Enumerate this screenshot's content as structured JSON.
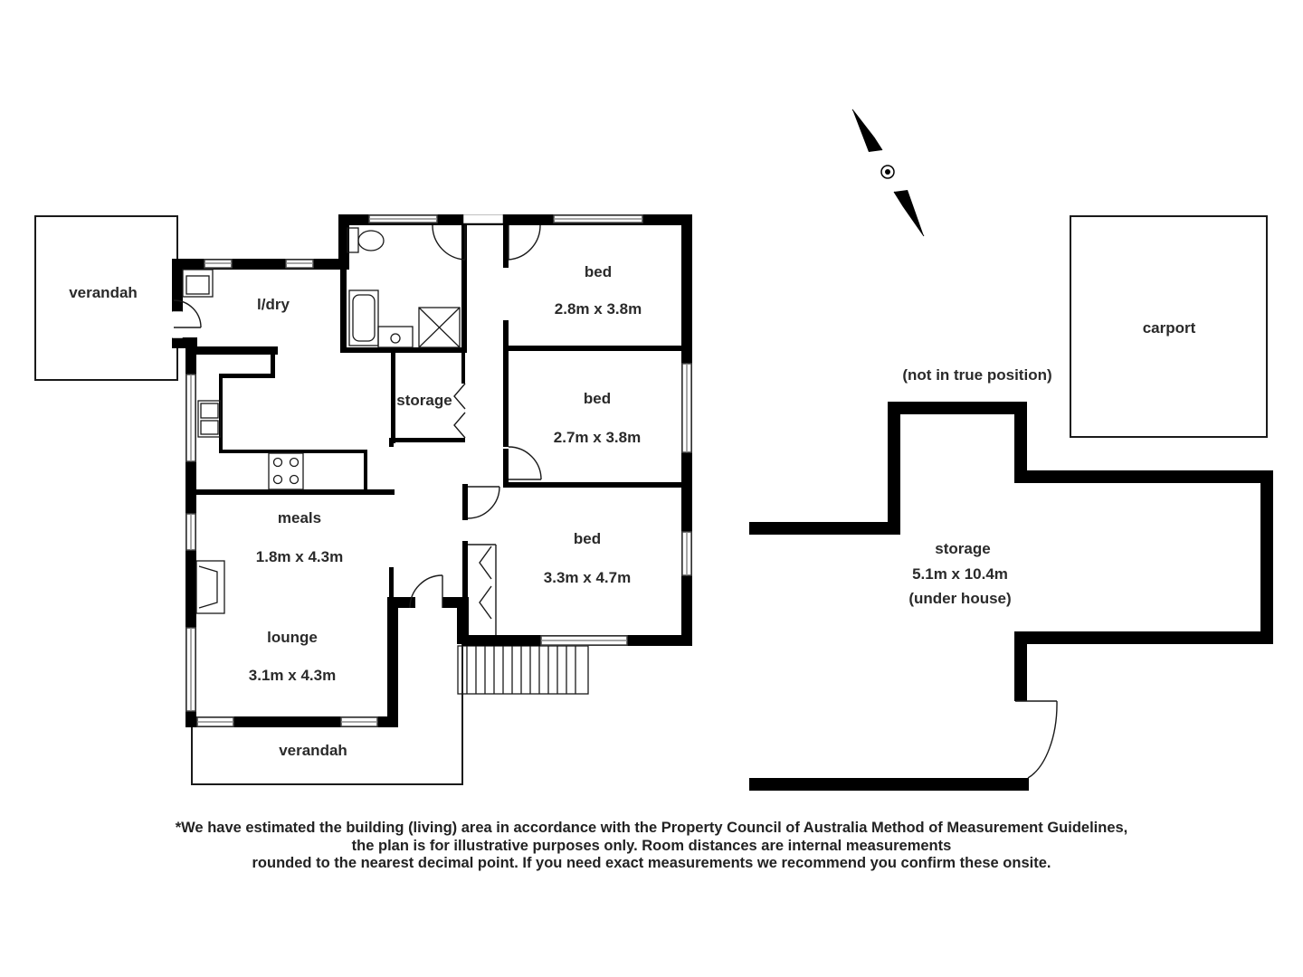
{
  "plan": {
    "rooms": {
      "verandah_left": {
        "name": "verandah"
      },
      "laundry": {
        "name": "l/dry"
      },
      "storage_hall": {
        "name": "storage"
      },
      "bed1": {
        "name": "bed",
        "size": "2.8m x 3.8m"
      },
      "bed2": {
        "name": "bed",
        "size": "2.7m x 3.8m"
      },
      "bed3": {
        "name": "bed",
        "size": "3.3m x 4.7m"
      },
      "meals": {
        "name": "meals",
        "size": "1.8m x 4.3m"
      },
      "lounge": {
        "name": "lounge",
        "size": "3.1m x 4.3m"
      },
      "verandah_front": {
        "name": "verandah"
      },
      "carport": {
        "name": "carport"
      },
      "storage_under": {
        "name": "storage",
        "size": "5.1m x 10.4m",
        "note": "(under house)"
      }
    },
    "position_note": "(not in true position)",
    "compass_icon": "north-arrow-icon"
  },
  "disclaimer": {
    "line1": "*We have estimated the building (living) area in accordance with the Property Council of Australia Method of Measurement Guidelines,",
    "line2": "the plan is for illustrative purposes only. Room distances are internal measurements",
    "line3": "rounded to the nearest decimal point. If you need exact measurements we recommend you confirm these onsite."
  },
  "colors": {
    "wall": "#000000",
    "thin_line": "#1a1a1a",
    "window": "#8a8a8a",
    "background": "#ffffff"
  }
}
